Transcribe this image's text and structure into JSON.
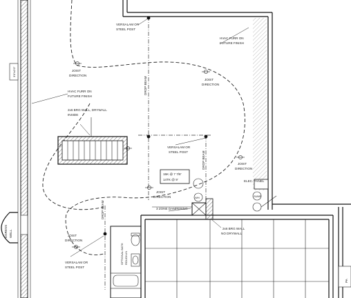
{
  "labels": {
    "versalam_top": [
      "VERSALAM OR",
      "STEEL POST"
    ],
    "hvac_right": [
      "HVAC FURR ON",
      "FUTURE FINISH"
    ],
    "joist_left": [
      "JOIST",
      "DIRECTION"
    ],
    "joist_right": [
      "JOIST",
      "DIRECTION"
    ],
    "drop_beam_mid": "DROP BEAM",
    "hvac_left": [
      "HVAC FURR ON",
      "FUTURE FINISH"
    ],
    "brg_wall": [
      "2x6 BRG WALL, DRYWALL",
      "INSIDE"
    ],
    "versalam_center": [
      "VERSALAM OR",
      "STEEL POST"
    ],
    "drop_beam_right": "DROP BEAM",
    "joist_mid_right": [
      "JOIST",
      "DIRECTION"
    ],
    "elec_panel": "ELEC. PANEL",
    "mech_box": [
      "15K @ 7 7/8'",
      "14TK @ 9'"
    ],
    "joist_center": [
      "JOIST",
      "DIRECTION"
    ],
    "wh": "WH",
    "dampering": "3 ZONE DAMPERING",
    "drop_beam_low": "DROP BEAM",
    "brg_wall_right": [
      "2x6 BRG WALL",
      "NO DRYWALL"
    ],
    "joist_low_left": [
      "JOIST",
      "DIRECTION"
    ],
    "versalam_low": [
      "VERSALAM OR",
      "STEEL POST"
    ],
    "bath_rough": [
      "OPTIONAL BATH",
      "ROUGH-IN"
    ],
    "sump": "SUMP",
    "egress_well": [
      "EGRESS",
      "WELL"
    ],
    "left_wall_dim": "3'0\"x2'0\"",
    "pa_tag": "PA"
  },
  "icons": [
    "post-marker-icon",
    "joist-arrow-icon",
    "stair-icon",
    "toilet-icon",
    "sink-icon",
    "tub-icon"
  ]
}
